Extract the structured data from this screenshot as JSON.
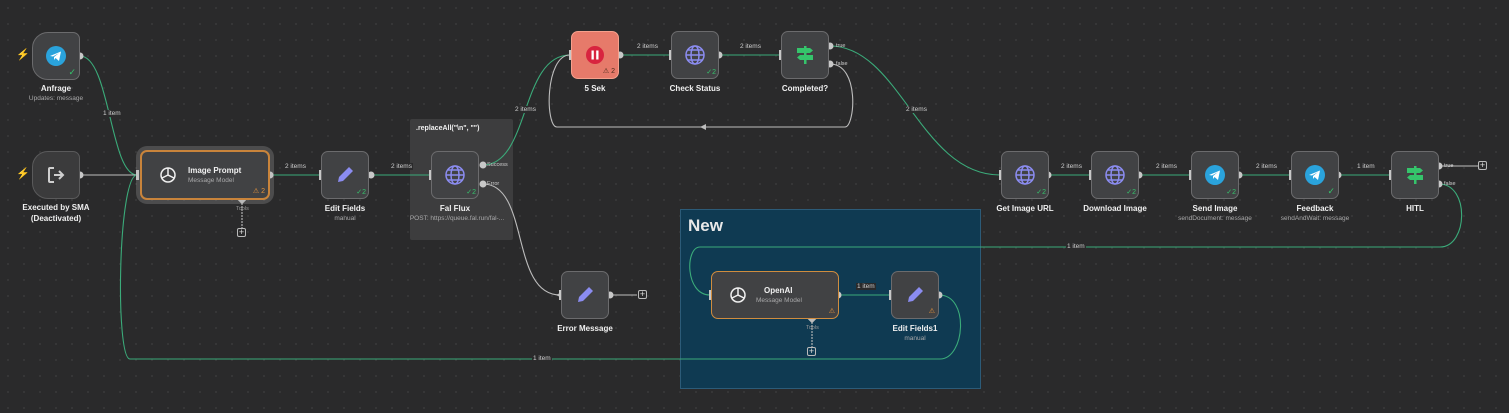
{
  "colors": {
    "edge": "#3bab7a",
    "accent_selected": "#c9843b",
    "success": "#35c46b",
    "warning": "#e8953d",
    "sticky_bg": "#0f3a52",
    "group_bg": "#3d3d3e"
  },
  "nodes": {
    "anfrage": {
      "title": "Anfrage",
      "subtitle": "Updates: message",
      "icon": "telegram-icon"
    },
    "executed": {
      "title": "Executed by SMA",
      "subtitle": "(Deactivated)",
      "icon": "exit-icon"
    },
    "image_prompt": {
      "title": "Image Prompt",
      "subtitle": "Message Model",
      "badge": "2",
      "tools_label": "Tools",
      "icon": "openai-icon"
    },
    "edit_fields": {
      "title": "Edit Fields",
      "subtitle": "manual",
      "badge": "2",
      "icon": "pencil-icon"
    },
    "fal_flux": {
      "title": "Fal Flux",
      "subtitle": "POST: https://queue.fal.run/fal-...",
      "badge": "2",
      "port_success": "Success",
      "port_error": "Error",
      "icon": "globe-icon"
    },
    "five_sek": {
      "title": "5 Sek",
      "badge": "2",
      "icon": "pause-icon"
    },
    "check_status": {
      "title": "Check Status",
      "badge": "2",
      "icon": "globe-icon"
    },
    "completed": {
      "title": "Completed?",
      "port_true": "true",
      "port_false": "false",
      "icon": "signpost-icon"
    },
    "error_message": {
      "title": "Error Message",
      "icon": "pencil-icon"
    },
    "get_image_url": {
      "title": "Get Image URL",
      "badge": "2",
      "icon": "globe-icon"
    },
    "download_image": {
      "title": "Download Image",
      "badge": "2",
      "icon": "globe-icon"
    },
    "send_image": {
      "title": "Send Image",
      "subtitle": "sendDocument: message",
      "badge": "2",
      "icon": "telegram-icon"
    },
    "feedback": {
      "title": "Feedback",
      "subtitle": "sendAndWait: message",
      "icon": "telegram-icon"
    },
    "hitl": {
      "title": "HITL",
      "port_true": "true",
      "port_false": "false",
      "icon": "signpost-icon"
    },
    "openai": {
      "title": "OpenAI",
      "subtitle": "Message Model",
      "tools_label": "Tools",
      "icon": "openai-icon"
    },
    "edit_fields1": {
      "title": "Edit Fields1",
      "subtitle": "manual",
      "icon": "pencil-icon"
    }
  },
  "group_label": ".replaceAll(\"\\n\", \"\")",
  "sticky_title": "New",
  "edge_labels": {
    "anfrage_prompt": "1 item",
    "prompt_edit": "2 items",
    "edit_fal": "2 items",
    "fal_sek": "2 items",
    "sek_check": "2 items",
    "check_completed": "2 items",
    "completed_get": "2 items",
    "get_download": "2 items",
    "download_send": "2 items",
    "send_feedback": "2 items",
    "feedback_hitl": "1 item",
    "hitl_openai": "1 item",
    "openai_edit1": "1 item",
    "edit1_prompt": "1 item"
  }
}
